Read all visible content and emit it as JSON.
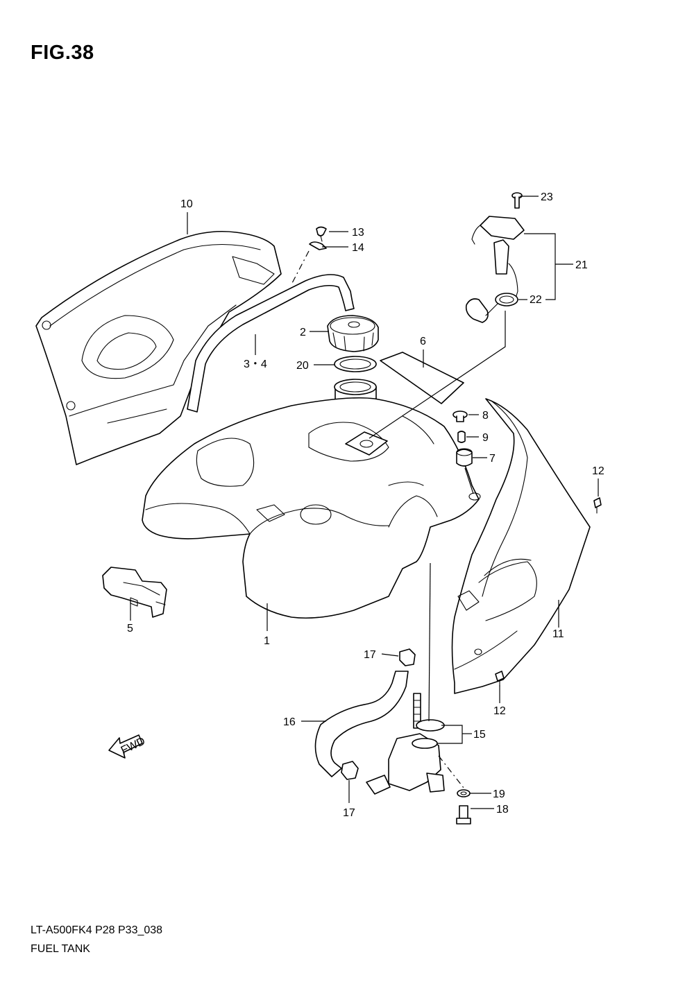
{
  "title": "FIG.38",
  "footer": {
    "code": "LT-A500FK4 P28 P33_038",
    "name": "FUEL TANK"
  },
  "labels": {
    "p1": "1",
    "p2": "2",
    "p3_4": "3・4",
    "p5": "5",
    "p6": "6",
    "p7": "7",
    "p8": "8",
    "p9": "9",
    "p10": "10",
    "p11": "11",
    "p12a": "12",
    "p12b": "12",
    "p13": "13",
    "p14": "14",
    "p15": "15",
    "p16": "16",
    "p17a": "17",
    "p17b": "17",
    "p18": "18",
    "p19": "19",
    "p20": "20",
    "p21": "21",
    "p22": "22",
    "p23": "23"
  },
  "fwd_text": "FWD"
}
